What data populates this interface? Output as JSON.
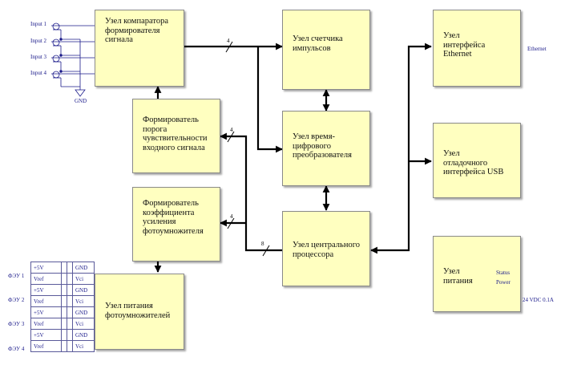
{
  "blocks": {
    "comparator": "Узел компаратора формирователя сигнала",
    "counter": "Узел счетчика импульсов",
    "ethernet": "Узел интерфейса Ethernet",
    "threshold": "Формирователь порога чувствительности входного сигнала",
    "tdc": "Узел время-цифрового преобразователя",
    "usb": "Узел отладочного интерфейса USB",
    "gain": "Формирователь коэффициента усиления фотоумножителя",
    "cpu": "Узел центрального процессора",
    "power": "Узел питания",
    "pmt_power": "Узел питания фотоумножителей"
  },
  "inputs": [
    "Input 1",
    "Input 2",
    "Input 3",
    "Input 4"
  ],
  "gnd_label": "GND",
  "ethernet_label": "Ethernet",
  "bus_widths": {
    "comp_counter": "4",
    "threshold": "4",
    "gain": "4",
    "cpu": "8"
  },
  "power_panel": {
    "status": "Status",
    "power": "Power",
    "supply": "24 VDC 0.1A"
  },
  "status_led_color": "#b3261e",
  "power_led_color": "#2e8b3c",
  "pmt_connectors": [
    {
      "label": "ФЭУ 1",
      "r1a": "+5V",
      "r1b": "GND",
      "r2a": "Vref",
      "r2b": "Vci"
    },
    {
      "label": "ФЭУ 2",
      "r1a": "+5V",
      "r1b": "GND",
      "r2a": "Vref",
      "r2b": "Vci"
    },
    {
      "label": "ФЭУ 3",
      "r1a": "+5V",
      "r1b": "GND",
      "r2a": "Vref",
      "r2b": "Vci"
    },
    {
      "label": "ФЭУ 4",
      "r1a": "+5V",
      "r1b": "GND",
      "r2a": "Vref",
      "r2b": "Vci"
    }
  ]
}
